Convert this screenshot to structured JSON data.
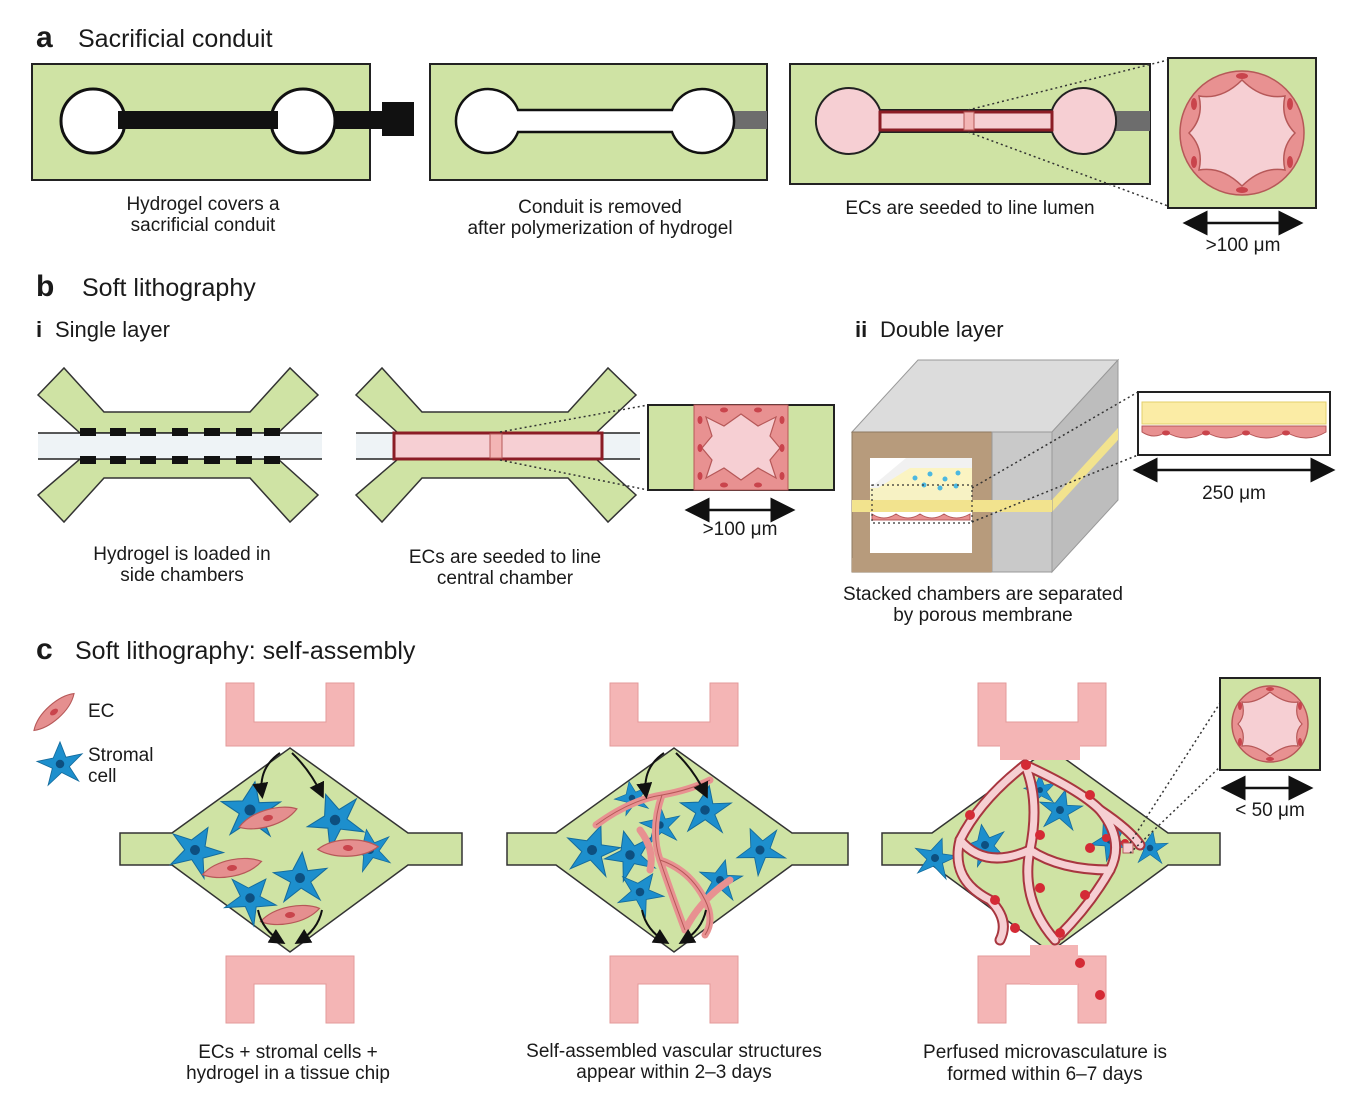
{
  "panel_a": {
    "letter": "a",
    "title": "Sacrificial conduit",
    "caption1": [
      "Hydrogel covers a",
      "sacrificial conduit"
    ],
    "caption2": [
      "Conduit is removed",
      "after polymerization of hydrogel"
    ],
    "caption3": [
      "ECs are seeded to line lumen"
    ],
    "scale": ">100 μm"
  },
  "panel_b": {
    "letter": "b",
    "title": "Soft lithography",
    "sub_i_numeral": "i",
    "sub_i_title": "Single layer",
    "sub_ii_numeral": "ii",
    "sub_ii_title": "Double layer",
    "caption1": [
      "Hydrogel is loaded in",
      "side chambers"
    ],
    "caption2": [
      "ECs are seeded to line",
      "central chamber"
    ],
    "caption3": [
      "Stacked chambers are separated",
      "by porous membrane"
    ],
    "scale_i": ">100 μm",
    "scale_ii": "250 μm"
  },
  "panel_c": {
    "letter": "c",
    "title": "Soft lithography: self-assembly",
    "legend_ec": "EC",
    "legend_stromal": [
      "Stromal",
      "cell"
    ],
    "caption1": [
      "ECs + stromal cells +",
      "hydrogel in a tissue chip"
    ],
    "caption2": [
      "Self-assembled vascular structures",
      "appear within 2–3 days"
    ],
    "caption3": [
      "Perfused microvasculature is",
      "formed within 6–7 days"
    ],
    "scale": "< 50 μm"
  },
  "colors": {
    "hydrogel": "#cfe3a4",
    "ec": "#e89191",
    "lumen": "#f6cfd3",
    "channel": "#f4b5b5",
    "stromal": "#1f8fcc",
    "membrane": "#fbeca5",
    "blood": "#d42a35"
  }
}
